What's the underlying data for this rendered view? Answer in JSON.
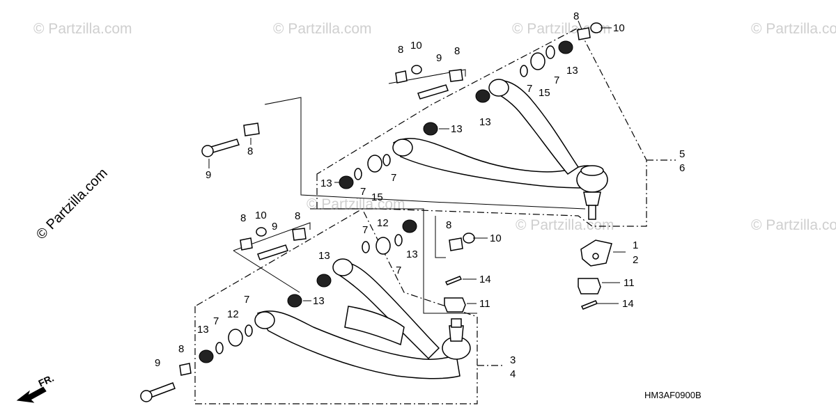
{
  "watermark": {
    "text": "© Partzilla.com"
  },
  "diagram_code": "HM3AF0900B",
  "front_marker": "FR.",
  "callouts": {
    "upper_8a": "8",
    "upper_10a": "10",
    "upper_13a": "13",
    "upper_8b": "8",
    "upper_10b": "10",
    "upper_9b": "9",
    "upper_8c": "8",
    "upper_7a": "7",
    "upper_7b": "7",
    "upper_15a": "15",
    "upper_7c": "7",
    "upper_13b": "13",
    "upper_13c": "13",
    "upper_8d": "8",
    "upper_9d": "9",
    "upper_13d": "13",
    "upper_7d": "7",
    "upper_15b": "15",
    "upper_7e": "7",
    "ref_5": "5",
    "ref_6": "6",
    "lower_8a": "8",
    "lower_10a": "10",
    "lower_9a": "9",
    "lower_8b": "8",
    "lower_7a": "7",
    "lower_12a": "12",
    "lower_7b": "7",
    "lower_13a": "13",
    "lower_13b": "13",
    "lower_13c": "13",
    "lower_8c": "8",
    "lower_10c": "10",
    "ref_1": "1",
    "ref_2": "2",
    "ref_14a": "14",
    "ref_11a": "11",
    "ref_11b": "11",
    "ref_14b": "14",
    "lower_7c": "7",
    "lower_12c": "12",
    "lower_13d": "13",
    "lower_7d": "7",
    "lower_9e": "9",
    "lower_8e": "8",
    "ref_3": "3",
    "ref_4": "4"
  }
}
